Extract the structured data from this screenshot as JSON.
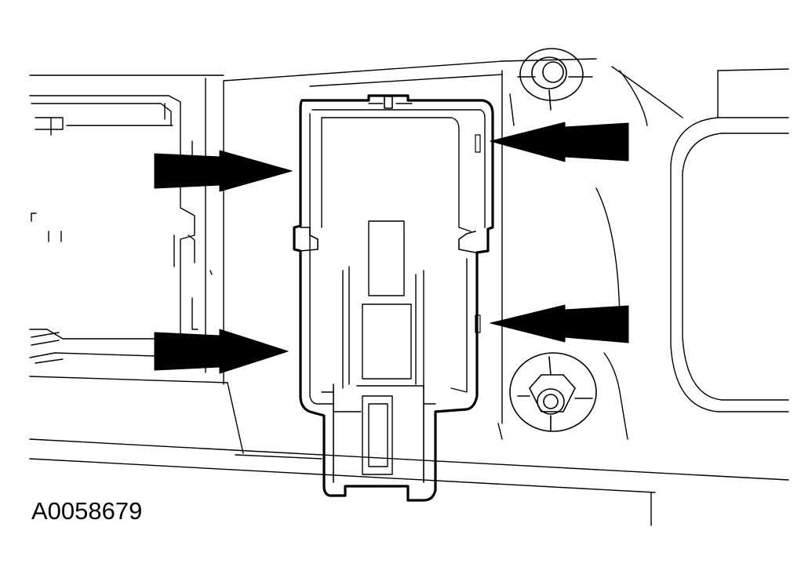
{
  "figure": {
    "id_label": "A0058679"
  },
  "colors": {
    "ink": "#000000",
    "paper": "#ffffff"
  },
  "callouts": [
    {
      "name": "arrow-left-upper",
      "direction": "right"
    },
    {
      "name": "arrow-left-lower",
      "direction": "right"
    },
    {
      "name": "arrow-right-upper",
      "direction": "left"
    },
    {
      "name": "arrow-right-lower",
      "direction": "left"
    }
  ]
}
